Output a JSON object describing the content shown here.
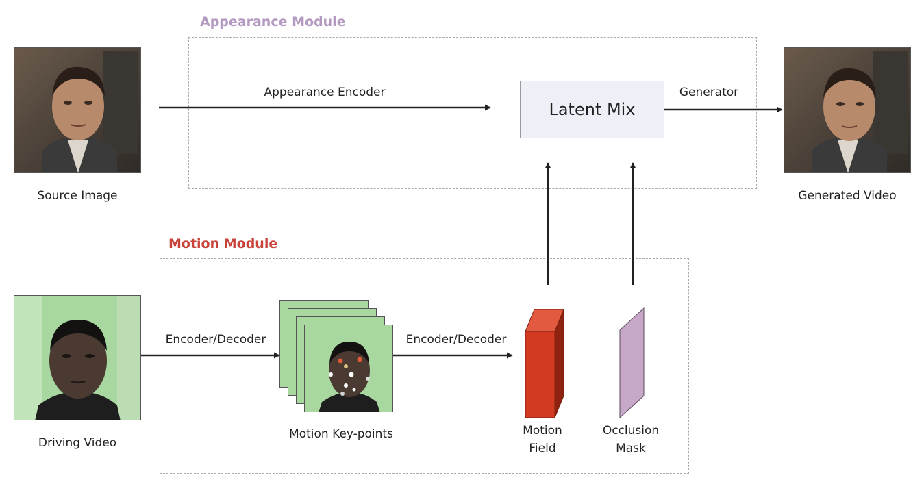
{
  "modules": {
    "appearance": {
      "title": "Appearance Module",
      "color": "#b49ac0"
    },
    "motion": {
      "title": "Motion Module",
      "color": "#c8433a"
    }
  },
  "nodes": {
    "source_image": "Source Image",
    "driving_video": "Driving Video",
    "generated_video": "Generated Video",
    "latent_mix": "Latent Mix",
    "motion_keypoints": "Motion Key-points",
    "motion_field": [
      "Motion",
      "Field"
    ],
    "occlusion_mask": [
      "Occlusion",
      "Mask"
    ]
  },
  "edges": {
    "appearance_encoder": "Appearance Encoder",
    "generator": "Generator",
    "encoder_decoder_1": "Encoder/Decoder",
    "encoder_decoder_2": "Encoder/Decoder"
  },
  "colors": {
    "motion_field_front": "#d23a22",
    "motion_field_side": "#8e2312",
    "occlusion_mask": "#c8a8c8",
    "arrow": "#222222",
    "green_screen": "#a8d8a0"
  }
}
